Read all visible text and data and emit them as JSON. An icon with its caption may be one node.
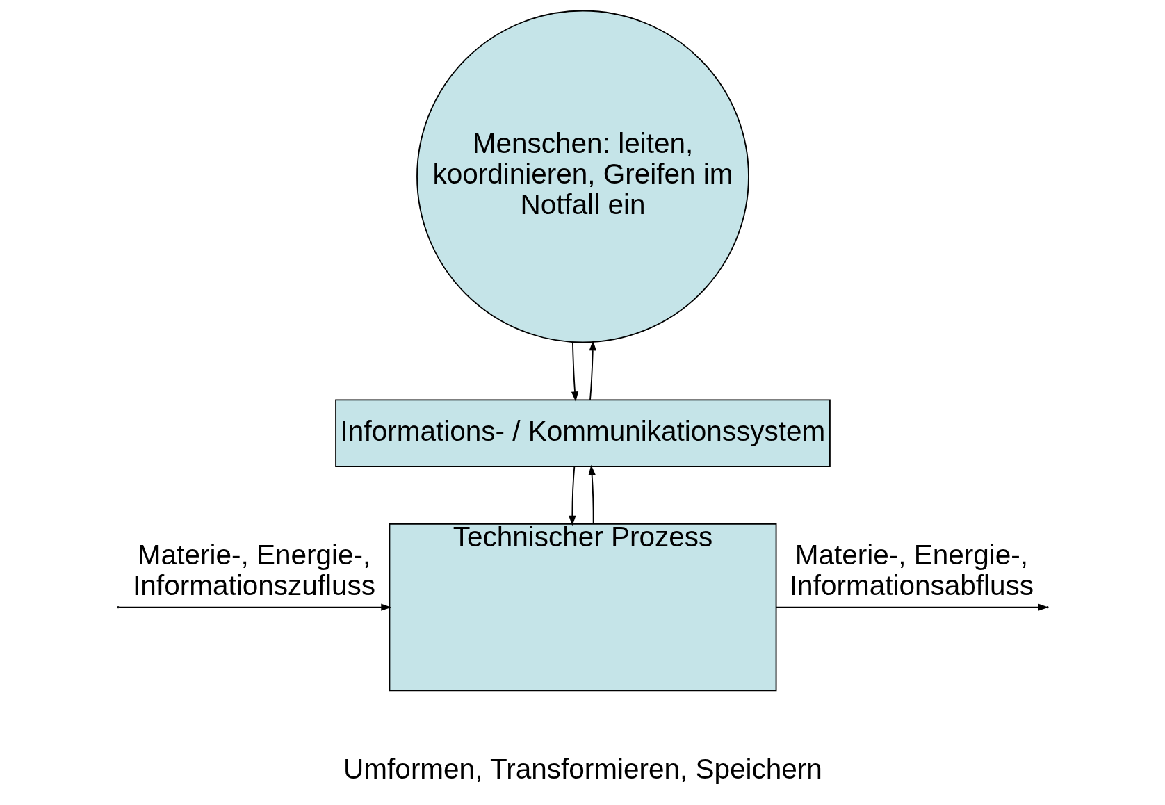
{
  "diagram": {
    "nodes": [
      {
        "text": [
          "Menschen: leiten, koordinieren, Greifen im Notfall ein"
        ]
      },
      {
        "text": [
          "Informations- / Kommunikationssystem"
        ]
      },
      {
        "text": [
          "Technischer Prozess"
        ],
        "beside": [
          "Umformen, Transformieren, Speichern"
        ]
      }
    ],
    "edges": [
      {
        "from": 0,
        "to": 1,
        "arrow": "to"
      },
      {
        "from": 1,
        "to": 0,
        "arrow": "to"
      },
      {
        "from": 1,
        "to": 2,
        "arrow": "to"
      },
      {
        "from": 2,
        "to": 1,
        "arrow": "to"
      },
      {
        "from": null,
        "to": 2,
        "arrow": "to",
        "label": "Materie-, Energie-, Informationszufluss"
      },
      {
        "from": 2,
        "to": null,
        "arrow": "to",
        "label": "Materie-, Energie-, Informationsabfluss"
      }
    ]
  }
}
